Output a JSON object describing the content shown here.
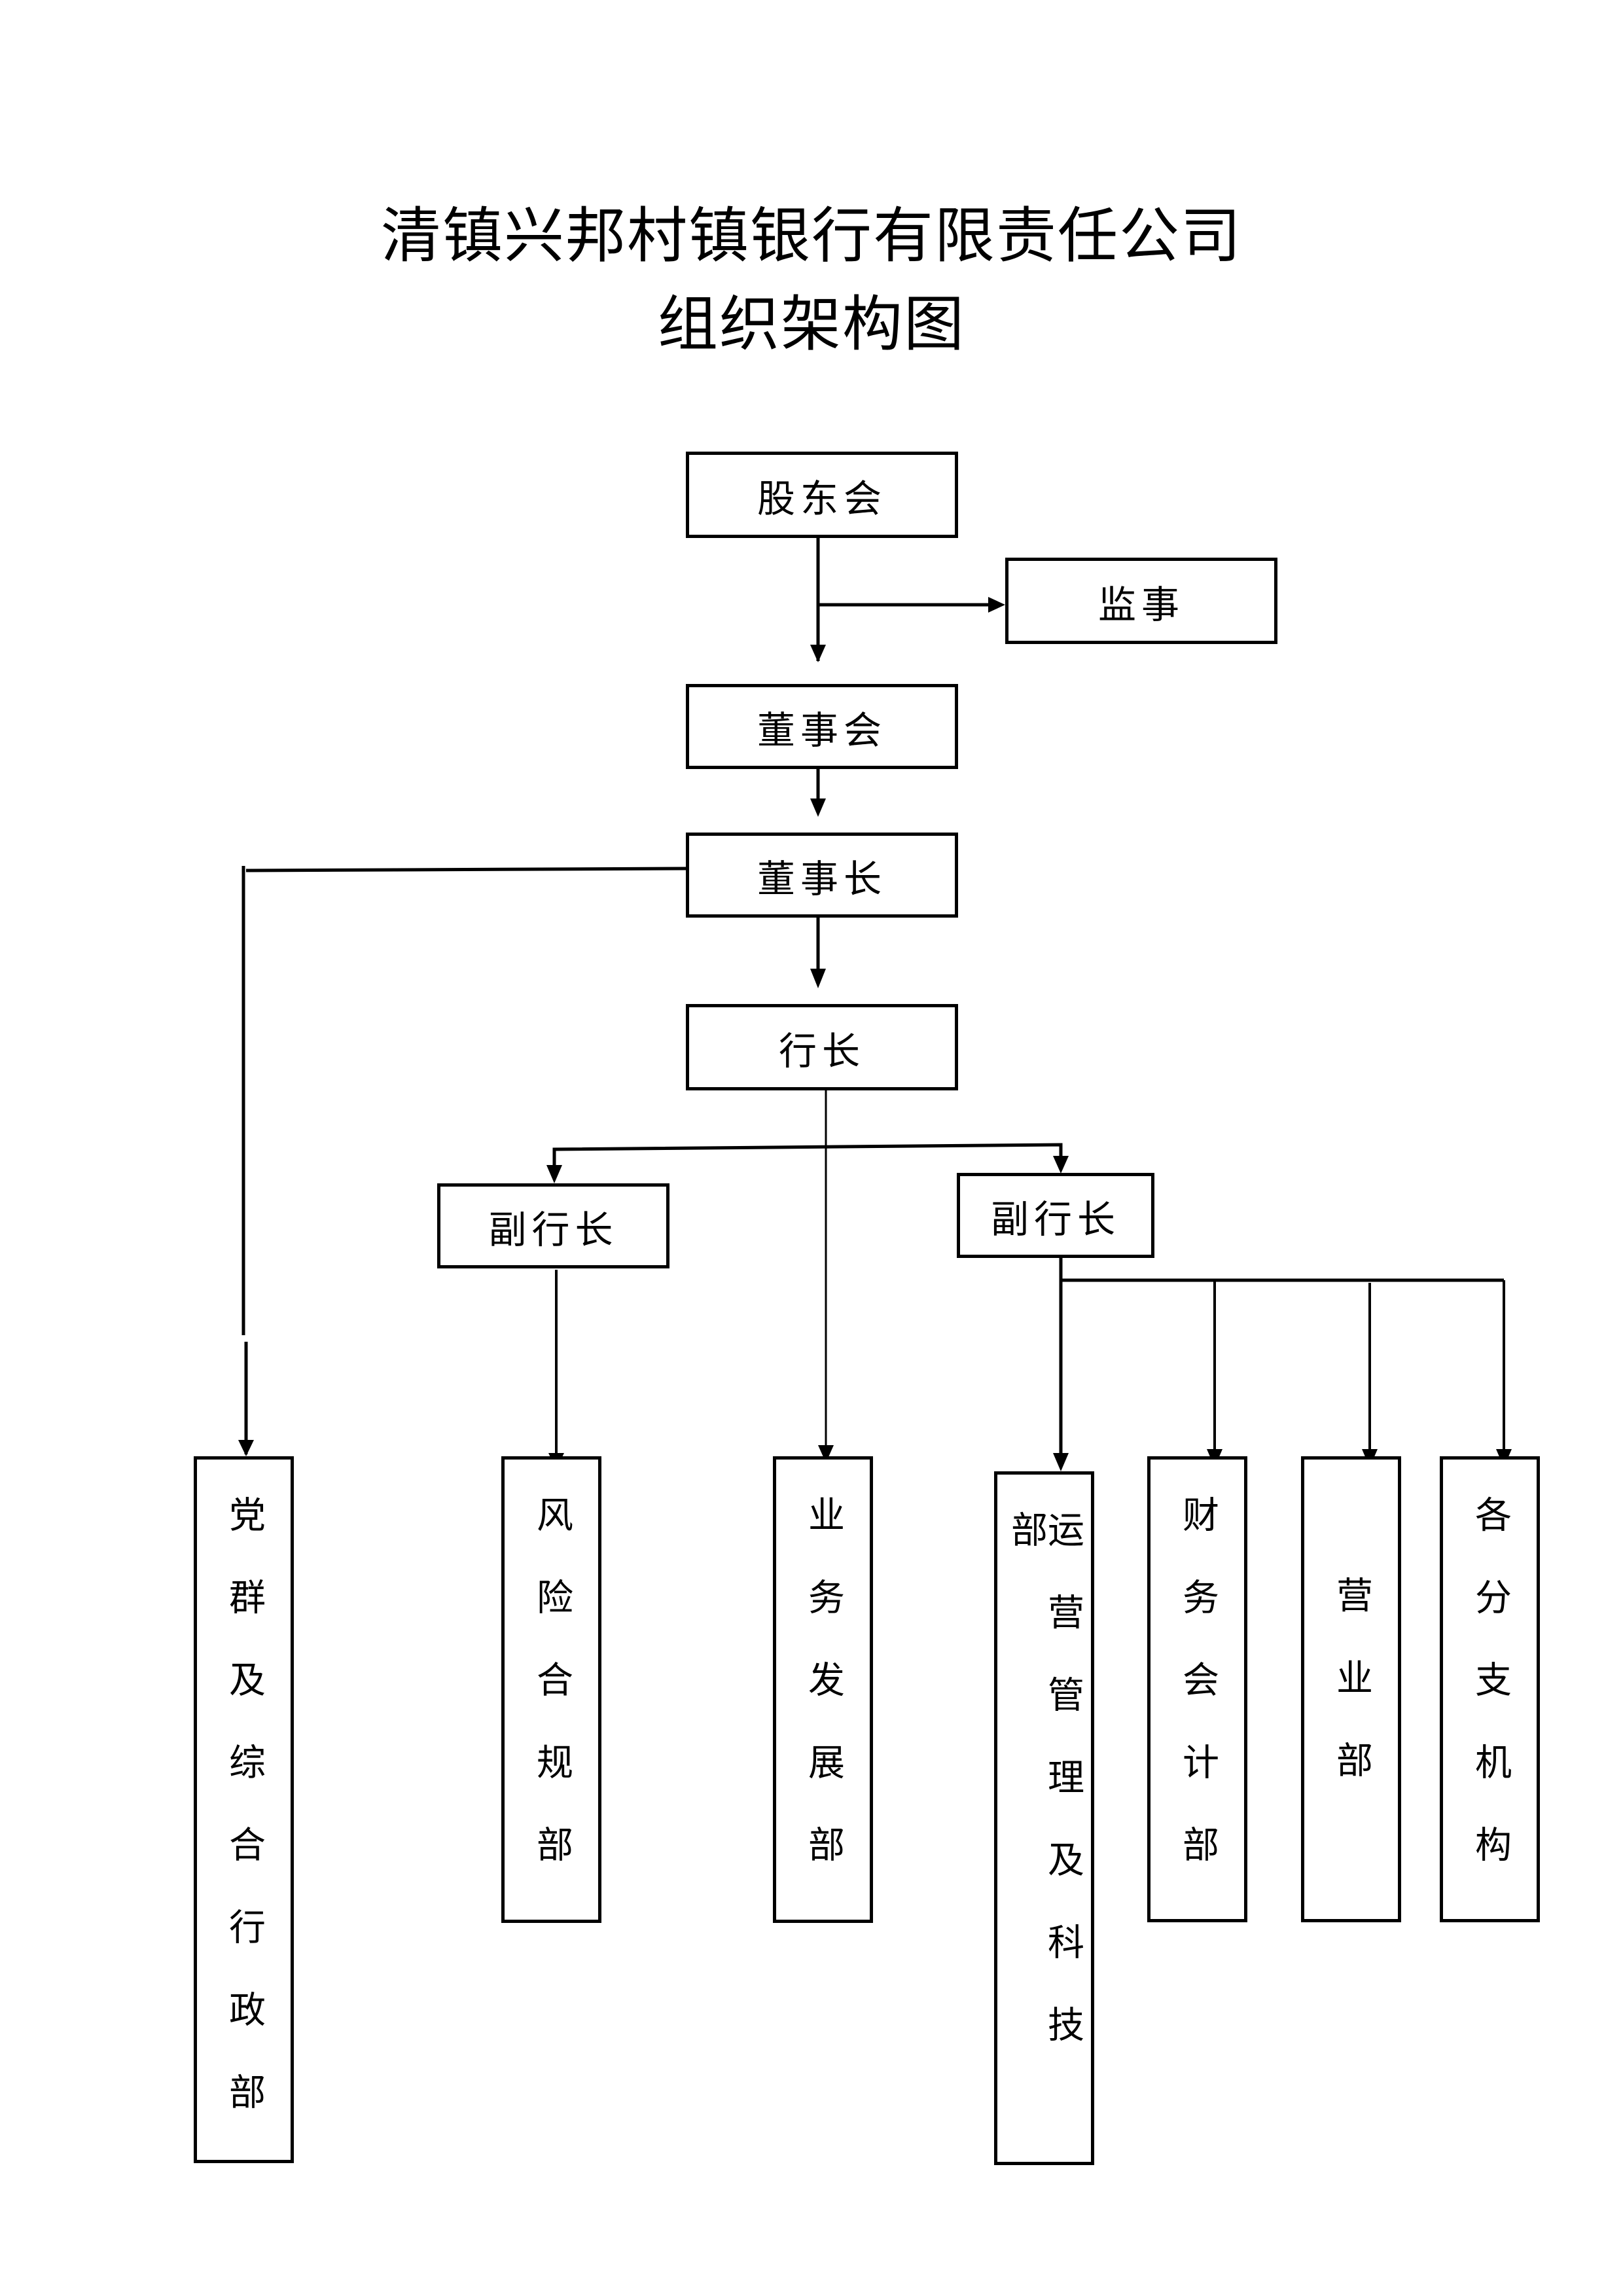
{
  "document": {
    "title_line1": "清镇兴邦村镇银行有限责任公司",
    "title_line2": "组织架构图"
  },
  "nodes": {
    "shareholders": "股东会",
    "supervisor": "监事",
    "board": "董事会",
    "chairman": "董事长",
    "president": "行长",
    "vp_left": "副行长",
    "vp_right": "副行长",
    "party_admin": "党群及综合行政部",
    "risk_compliance": "风险合规部",
    "business_dev": "业务发展部",
    "ops_tech": "运营管理及科技部",
    "finance": "财务会计部",
    "business_office": "营业部",
    "branches": "各分支机构"
  },
  "edges": [
    {
      "from": "shareholders",
      "to": "board"
    },
    {
      "from": "shareholders",
      "to": "supervisor"
    },
    {
      "from": "board",
      "to": "chairman"
    },
    {
      "from": "chairman",
      "to": "president"
    },
    {
      "from": "chairman",
      "to": "party_admin"
    },
    {
      "from": "president",
      "to": "vp_left"
    },
    {
      "from": "president",
      "to": "vp_right"
    },
    {
      "from": "president",
      "to": "business_dev"
    },
    {
      "from": "vp_left",
      "to": "risk_compliance"
    },
    {
      "from": "vp_right",
      "to": "ops_tech"
    },
    {
      "from": "vp_right",
      "to": "finance"
    },
    {
      "from": "vp_right",
      "to": "business_office"
    },
    {
      "from": "vp_right",
      "to": "branches"
    }
  ]
}
